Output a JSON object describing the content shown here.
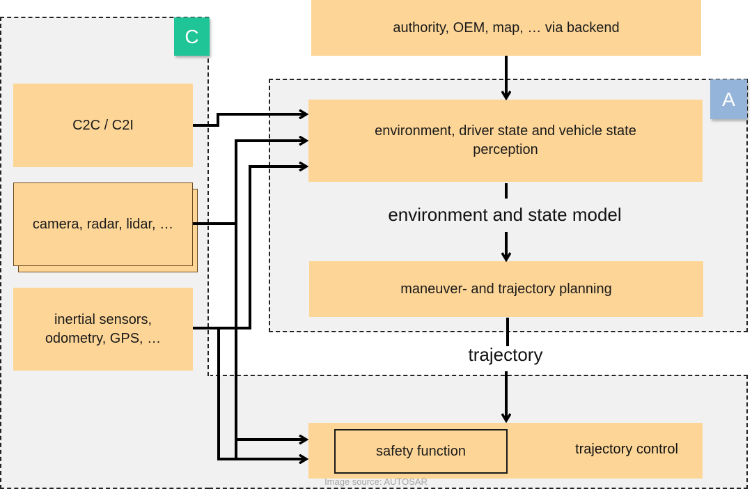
{
  "regions": {
    "C": {
      "badge": "C",
      "badge_color": "#1fc497"
    },
    "A": {
      "badge": "A",
      "badge_color": "#94b4da"
    }
  },
  "boxes": {
    "backend": "authority, OEM, map, … via backend",
    "c2c": "C2C / C2I",
    "sensors": "camera, radar, lidar, …",
    "inertial": "inertial sensors, odometry, GPS, …",
    "perception": "environment, driver state and vehicle state perception",
    "planning": "maneuver- and trajectory planning",
    "safety": "safety function",
    "control": "trajectory control"
  },
  "labels": {
    "model": "environment and state model",
    "trajectory": "trajectory",
    "source": "Image source:  AUTOSAR"
  },
  "colors": {
    "box_fill": "#fdd597",
    "region_fill": "#f1f1f1",
    "line": "#000000"
  }
}
